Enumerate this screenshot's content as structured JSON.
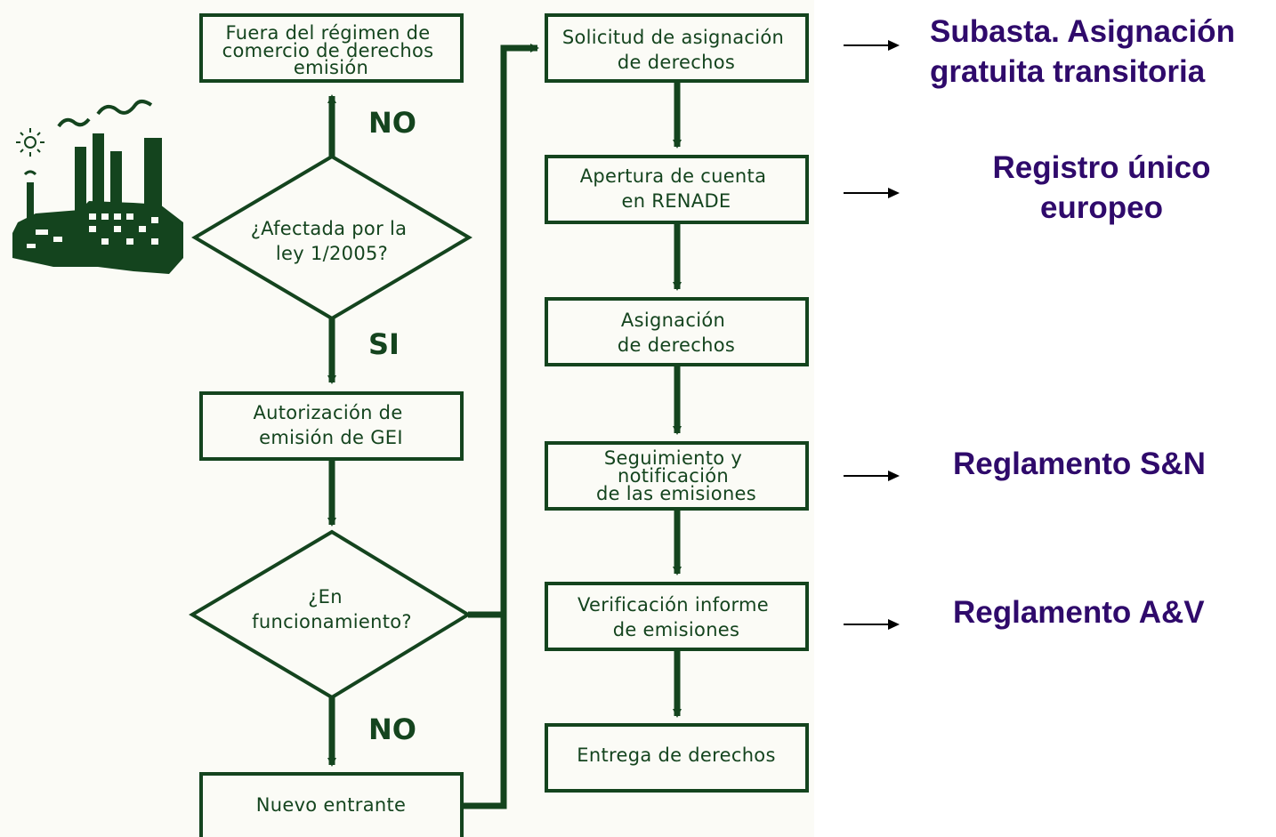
{
  "flowchart": {
    "nodes": {
      "fuera": [
        "Fuera del régimen de",
        "comercio de derechos",
        "emisión"
      ],
      "afectada": [
        "¿Afectada por la",
        "ley 1/2005?"
      ],
      "autorizacion": [
        "Autorización de",
        "emisión de GEI"
      ],
      "funcionamiento": [
        "¿En",
        "funcionamiento?"
      ],
      "nuevo": [
        "Nuevo entrante"
      ],
      "solicitud": [
        "Solicitud de asignación",
        "de derechos"
      ],
      "apertura": [
        "Apertura de cuenta",
        "en RENADE"
      ],
      "asignacion": [
        "Asignación",
        "de derechos"
      ],
      "seguimiento": [
        "Seguimiento y",
        "notificación",
        "de las emisiones"
      ],
      "verificacion": [
        "Verificación informe",
        "de emisiones"
      ],
      "entrega": [
        "Entrega de derechos"
      ]
    },
    "answers": {
      "no_top": "NO",
      "si": "SI",
      "no_bottom": "NO"
    },
    "colors": {
      "line": "#14441e",
      "panel": "#fbfbf6"
    },
    "icon": "factory-icon"
  },
  "notes": {
    "subasta": [
      "Subasta.   Asignación",
      "gratuita transitoria"
    ],
    "registro": [
      "Registro único",
      "europeo"
    ],
    "sn": [
      "Reglamento S&N"
    ],
    "av": [
      "Reglamento A&V"
    ],
    "color": "#2f0a6b"
  }
}
